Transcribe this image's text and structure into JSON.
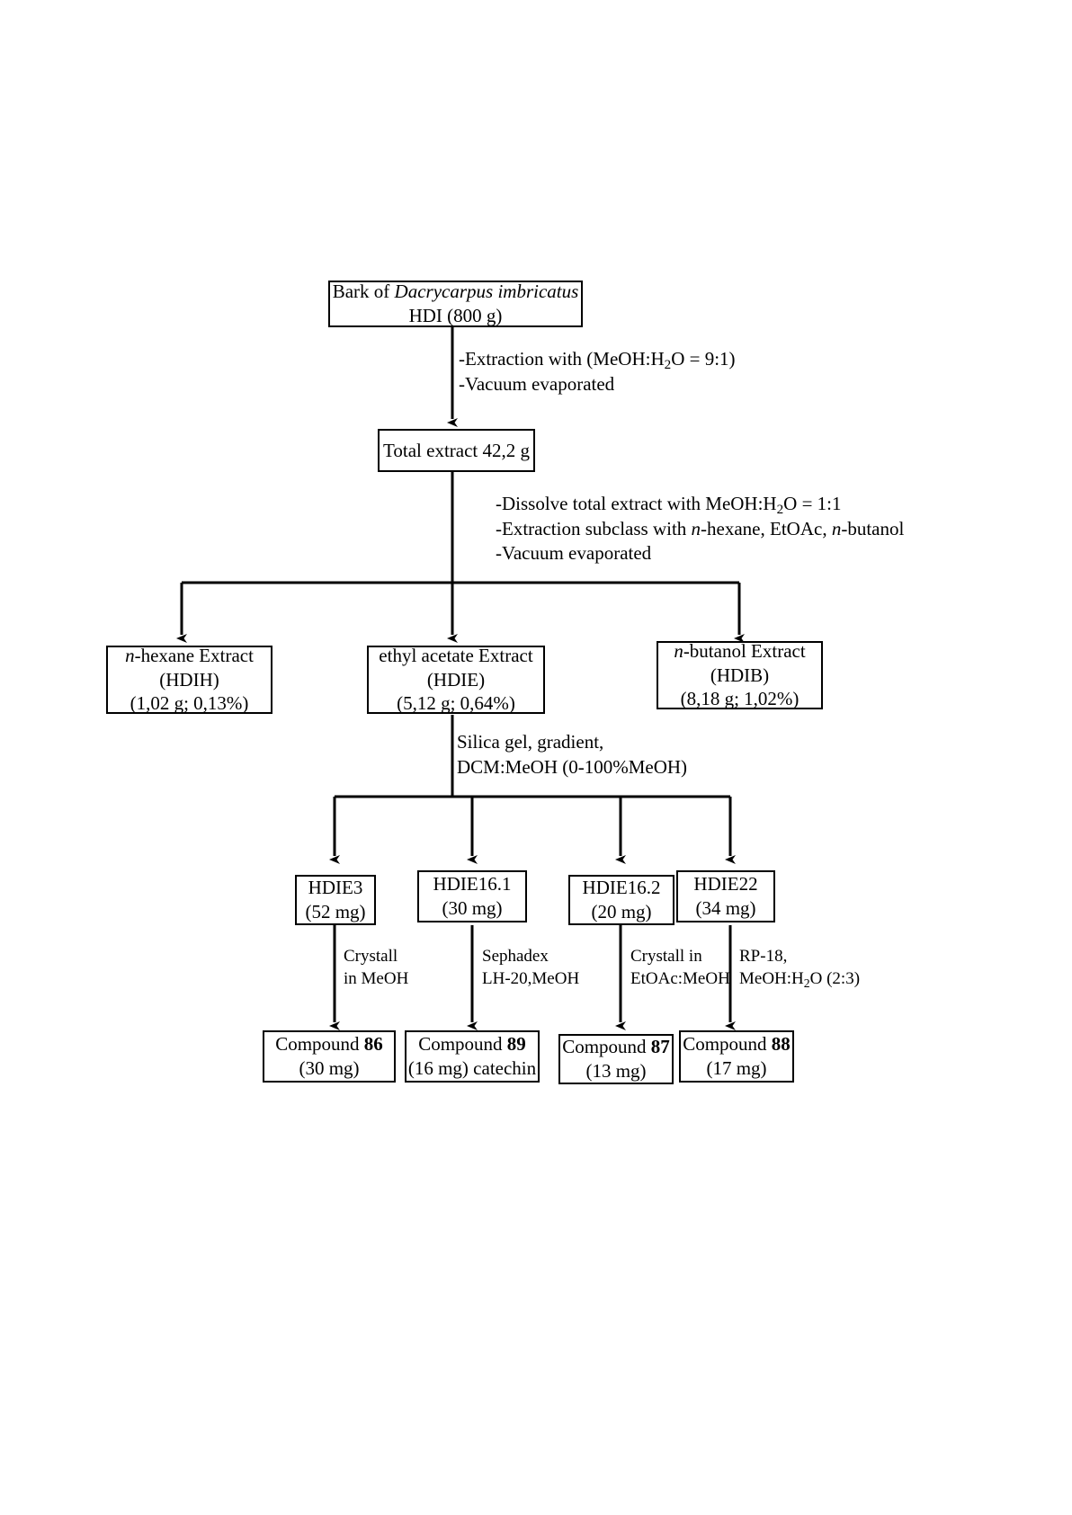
{
  "diagram": {
    "title_box": {
      "line1_prefix": "Bark of ",
      "line1_species": "Dacrycarpus imbricatus",
      "line2": "HDI (800 g)"
    },
    "step1": {
      "line1_a": "-Extraction with (MeOH:H",
      "line1_sub": "2",
      "line1_b": "O = 9:1)",
      "line2": "-Vacuum evaporated"
    },
    "total_extract": {
      "line1": "Total extract 42,2 g"
    },
    "step2": {
      "line1_a": "-Dissolve total extract with MeOH:H",
      "line1_sub": "2",
      "line1_b": "O = 1:1",
      "line2_a": "-Extraction subclass with ",
      "line2_i1": "n",
      "line2_b": "-hexane, EtOAc, ",
      "line2_i2": "n",
      "line2_c": "-butanol",
      "line3": "-Vacuum evaporated"
    },
    "extracts": [
      {
        "name": "hexane-extract",
        "italic_prefix": "n",
        "line1": "-hexane Extract",
        "line2": "(HDIH)",
        "line3": "(1,02 g; 0,13%)"
      },
      {
        "name": "ethyl-acetate-extract",
        "italic_prefix": "",
        "line1": "ethyl acetate Extract",
        "line2": "(HDIE)",
        "line3": "(5,12 g; 0,64%)"
      },
      {
        "name": "butanol-extract",
        "italic_prefix": "n",
        "line1": "-butanol Extract",
        "line2": "(HDIB)",
        "line3": "(8,18 g; 1,02%)"
      }
    ],
    "step3": {
      "line1": "Silica gel, gradient,",
      "line2": "DCM:MeOH (0-100%MeOH)"
    },
    "fractions": [
      {
        "name": "hdie3",
        "line1": "HDIE3",
        "line2": "(52 mg)"
      },
      {
        "name": "hdie16-1",
        "line1": "HDIE16.1",
        "line2": "(30 mg)"
      },
      {
        "name": "hdie16-2",
        "line1": "HDIE16.2",
        "line2": "(20 mg)"
      },
      {
        "name": "hdie22",
        "line1": "HDIE22",
        "line2": "(34 mg)"
      }
    ],
    "purification_steps": [
      {
        "name": "crystall-meoh",
        "line1": "Crystall",
        "line2": "in MeOH"
      },
      {
        "name": "sephadex-lh20",
        "line1": "Sephadex",
        "line2": "LH-20,MeOH"
      },
      {
        "name": "crystall-etoac-meoh",
        "line1": "Crystall in",
        "line2": "EtOAc:MeOH"
      },
      {
        "name": "rp18",
        "line1": "RP-18,",
        "line2_a": "MeOH:H",
        "line2_sub": "2",
        "line2_b": "O (2:3)"
      }
    ],
    "compounds": [
      {
        "name": "compound-86",
        "prefix": "Compound ",
        "number": "86",
        "suffix": "",
        "line2": "(30 mg)"
      },
      {
        "name": "compound-89",
        "prefix": "Compound ",
        "number": "89",
        "suffix": "",
        "line2": "(16 mg) catechin"
      },
      {
        "name": "compound-87",
        "prefix": "Compound ",
        "number": "87",
        "suffix": "",
        "line2": "(13 mg)"
      },
      {
        "name": "compound-88",
        "prefix": "Compound ",
        "number": "88",
        "suffix": "",
        "line2": "(17 mg)"
      }
    ]
  },
  "colors": {
    "line": "#000000",
    "background": "#ffffff"
  }
}
